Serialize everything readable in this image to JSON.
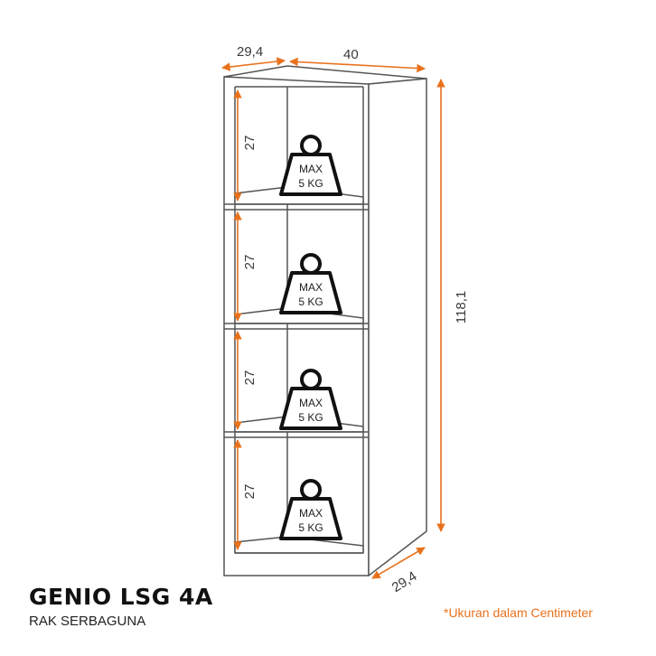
{
  "dimensions": {
    "top_depth": "29,4",
    "top_width": "40",
    "height": "118,1",
    "bottom_depth": "29,4",
    "shelf_heights": [
      "27",
      "27",
      "27",
      "27"
    ]
  },
  "weights": [
    {
      "line1": "MAX",
      "line2": "5 KG"
    },
    {
      "line1": "MAX",
      "line2": "5 KG"
    },
    {
      "line1": "MAX",
      "line2": "5 KG"
    },
    {
      "line1": "MAX",
      "line2": "5 KG"
    }
  ],
  "product": {
    "name": "GENIO LSG 4A",
    "subtitle": "RAK SERBAGUNA"
  },
  "note": "*Ukuran dalam Centimeter",
  "colors": {
    "dimension_line": "#e8721c",
    "outline": "#555555",
    "text": "#222222"
  }
}
